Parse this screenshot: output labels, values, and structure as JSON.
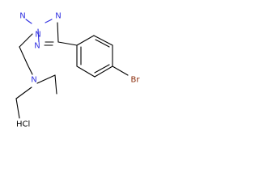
{
  "molecule": {
    "atoms": {
      "n_tetrazole_1": "N",
      "n_tetrazole_2": "N",
      "n_tetrazole_3": "N",
      "n_tetrazole_4": "N",
      "n_amine": "N",
      "bromine": "Br"
    },
    "salt": "HCl"
  },
  "colors": {
    "nitrogen": "#2f2fe0",
    "bromine": "#8a2a08",
    "carbon_bond": "#000000"
  }
}
